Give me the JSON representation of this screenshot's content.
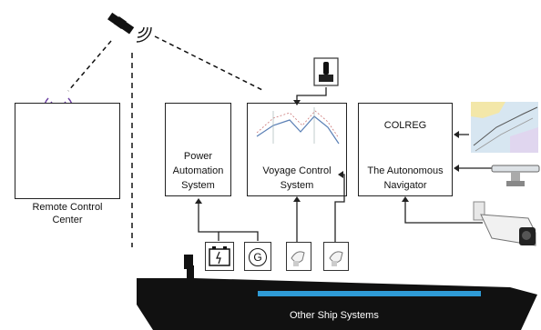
{
  "remote_center": {
    "label_line1": "Remote Control",
    "label_line2": "Center"
  },
  "power": {
    "line1": "Power",
    "line2": "Automation",
    "line3": "System"
  },
  "voyage": {
    "line1": "Voyage Control",
    "line2": "System"
  },
  "navigator": {
    "title": "COLREG",
    "line1": "The Autonomous",
    "line2": "Navigator"
  },
  "ship": {
    "label": "Other Ship Systems"
  },
  "generator": {
    "symbol": "G"
  },
  "colors": {
    "ship_hull": "#111111",
    "ship_stripe": "#2f9bd6",
    "line": "#222222"
  }
}
